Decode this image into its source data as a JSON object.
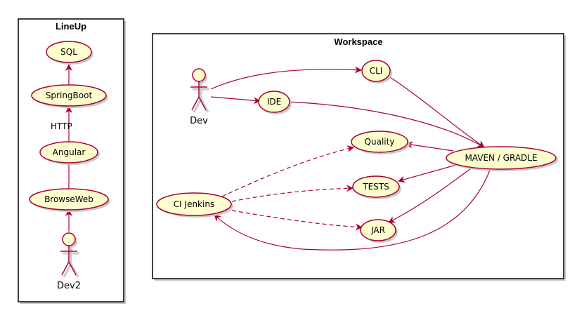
{
  "lineup": {
    "title": "LineUp",
    "usecases": {
      "sql": "SQL",
      "springboot": "SpringBoot",
      "angular": "Angular",
      "browseweb": "BrowseWeb"
    },
    "edge_label_http": "HTTP",
    "actor": "Dev2"
  },
  "workspace": {
    "title": "Workspace",
    "actor": "Dev",
    "usecases": {
      "cli": "CLI",
      "ide": "IDE",
      "quality": "Quality",
      "tests": "TESTS",
      "jar": "JAR",
      "maven": "MAVEN / GRADLE",
      "jenkins": "CI Jenkins"
    }
  },
  "colors": {
    "usecase_fill": "#fefece",
    "border": "#a80036"
  }
}
